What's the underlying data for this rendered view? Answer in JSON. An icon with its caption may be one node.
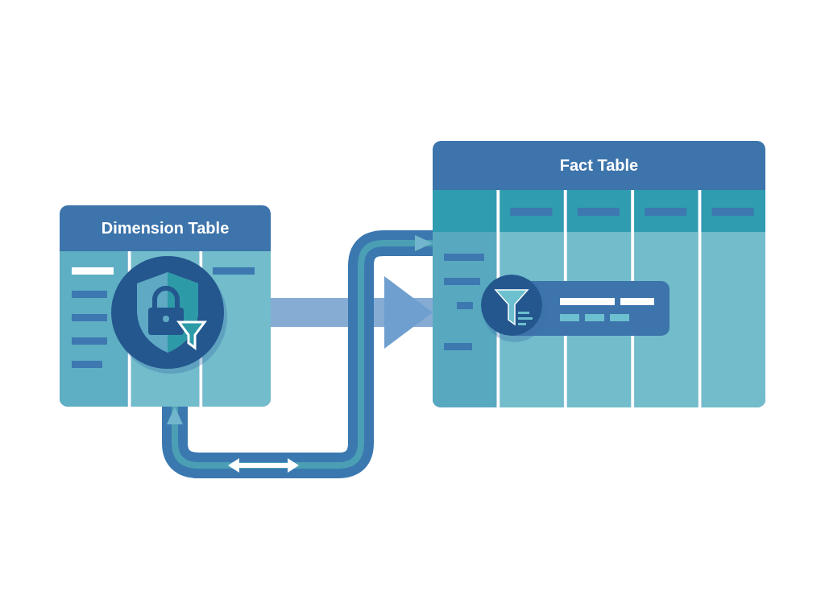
{
  "diagram": {
    "nodes": [
      {
        "text": [
          "Dimension Table"
        ]
      },
      {
        "text": [
          "Fact Table"
        ]
      }
    ],
    "edges": [
      {
        "from": 0,
        "to": 1,
        "arrow": "to"
      },
      {
        "from": 0,
        "to": 1,
        "arrow": "both"
      }
    ]
  }
}
